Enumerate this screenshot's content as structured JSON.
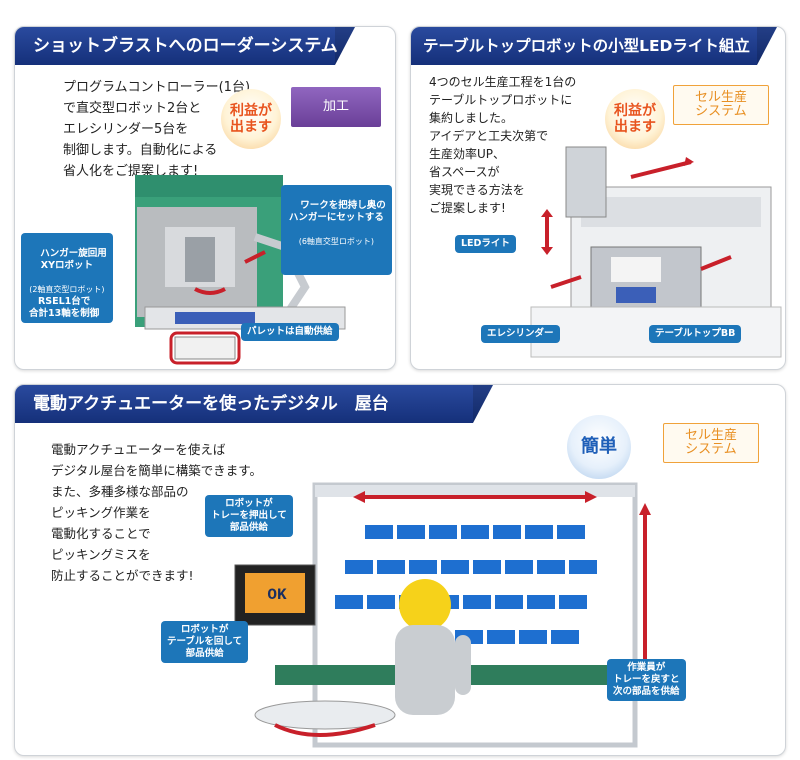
{
  "panel1": {
    "title": "ショットブラストへのローダーシステム",
    "body": "プログラムコントローラー(1台)\nで直交型ロボット2台と\nエレシリンダー5台を\n制御します。自動化による\n省人化をご提案します!",
    "badge": "利益が\n出ます",
    "tag": "加工",
    "callouts": {
      "hanger": "ハンガー旋回用\nXYロボット",
      "hanger_sub": "(2軸直交型ロボット)",
      "work": "ワークを把持し奥の\nハンガーにセットする",
      "work_sub": "(6軸直交型ロボット)",
      "rsel": "RSEL1台で\n合計13軸を制御",
      "pallet": "パレットは自動供給"
    }
  },
  "panel2": {
    "title": "テーブルトップロボットの小型LEDライト組立",
    "body": "4つのセル生産工程を1台の\nテーブルトップロボットに\n集約しました。\nアイデアと工夫次第で\n生産効率UP、\n省スペースが\n実現できる方法を\nご提案します!",
    "badge": "利益が\n出ます",
    "tag": "セル生産\nシステム",
    "callouts": {
      "led": "LEDライト",
      "ele": "エレシリンダー",
      "tabletop": "テーブルトップBB"
    }
  },
  "panel3": {
    "title": "電動アクチュエーターを使ったデジタル　屋台",
    "body": "電動アクチュエーターを使えば\nデジタル屋台を簡単に構築できます。\nまた、多種多様な部品の\nピッキング作業を\n電動化することで\nピッキングミスを\n防止することができます!",
    "badge": "簡単",
    "tag": "セル生産\nシステム",
    "monitor_text": "OK",
    "callouts": {
      "push": "ロボットが\nトレーを押出して\n部品供給",
      "turn": "ロボットが\nテーブルを回して\n部品供給",
      "worker": "作業員が\nトレーを戻すと\n次の部品を供給"
    }
  },
  "colors": {
    "banner": "#1f3f94",
    "callout": "#1d76b9",
    "badge_text": "#e8541e",
    "tag_purple": "#7b4fa8",
    "tag_orange_border": "#f0a23a",
    "arrow_red": "#c8202a",
    "bin_blue": "#1e6fd0"
  }
}
